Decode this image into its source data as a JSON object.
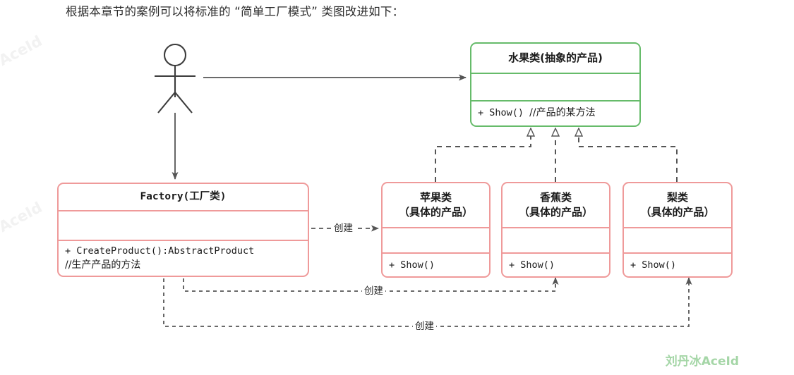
{
  "caption": "根据本章节的案例可以将标准的 “简单工厂模式” 类图改进如下：",
  "colors": {
    "abstract_border": "#66bb6a",
    "concrete_border": "#ef9a9a",
    "connector": "#555555",
    "watermark": "#a5d6a7"
  },
  "actor": {
    "name": "actor-stick-figure"
  },
  "classes": {
    "abstract_product": {
      "title": "水果类(抽象的产品)",
      "attributes": "",
      "operations": "+ Show() //产品的某方法",
      "op_code": "+ Show() ",
      "op_comment": "//产品的某方法"
    },
    "factory": {
      "title": "Factory(工厂类)",
      "attributes": "",
      "op_code": "+ CreateProduct():AbstractProduct",
      "op_comment": "//生产产品的方法"
    },
    "concrete_products": [
      {
        "title_line1": "苹果类",
        "title_line2": "（具体的产品）",
        "attributes": "",
        "operations": "+ Show()"
      },
      {
        "title_line1": "香蕉类",
        "title_line2": "（具体的产品）",
        "attributes": "",
        "operations": "+ Show()"
      },
      {
        "title_line1": "梨类",
        "title_line2": "（具体的产品）",
        "attributes": "",
        "operations": "+ Show()"
      }
    ]
  },
  "edges": {
    "create_apple_label": "创建",
    "create_banana_label": "创建",
    "create_pear_label": "创建"
  },
  "watermarks": {
    "left_top": "AceId",
    "left_mid": "AceId",
    "corner": "刘丹冰AceId"
  }
}
